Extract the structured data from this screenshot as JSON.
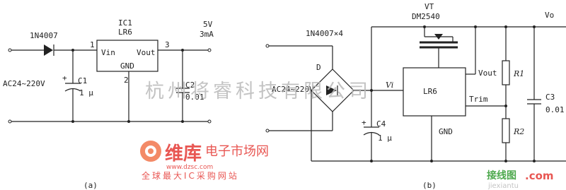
{
  "circuit_a": {
    "caption": "(a)",
    "ic_ref": "IC1",
    "ic_name": "LR6",
    "ic_vin": "Vin",
    "ic_vout": "Vout",
    "ic_gnd": "GND",
    "pin1": "1",
    "pin2": "2",
    "pin3": "3",
    "diode": "1N4007",
    "input": "AC24~220V",
    "c1_ref": "C1",
    "c1_val": "1 μ",
    "c2_ref": "C2",
    "c2_val": "0.01",
    "out_voltage": "5V",
    "out_current": "3mA"
  },
  "circuit_b": {
    "caption": "(b)",
    "transistor_ref": "VT",
    "transistor_part": "DM2540",
    "bridge": "1N4007×4",
    "bridge_ref": "D",
    "input": "AC24~220V",
    "vi": "Vi",
    "ic_name": "LR6",
    "ic_vout": "Vout",
    "ic_trim": "Trim",
    "ic_gnd": "GND",
    "r1": "R1",
    "r2": "R2",
    "c3_ref": "C3",
    "c3_val": "0.01",
    "c4_ref": "C4",
    "c4_val": "1 μ",
    "vo": "Vo"
  },
  "watermarks": {
    "company": "杭州将睿科技有限公司",
    "brand_cn": "维库",
    "brand_sub": "电子市场网",
    "brand_url": "www.dzsc.com",
    "brand_slogan": "全球最大IC采购网站",
    "site_cn": "接线图",
    "site_com": ".com",
    "site_url": "jiexiantu"
  },
  "colors": {
    "ink": "#222222",
    "brand_red": "#e53935",
    "brand_green": "#2e9a2e",
    "watermark_gray": "#b9b9b9"
  }
}
